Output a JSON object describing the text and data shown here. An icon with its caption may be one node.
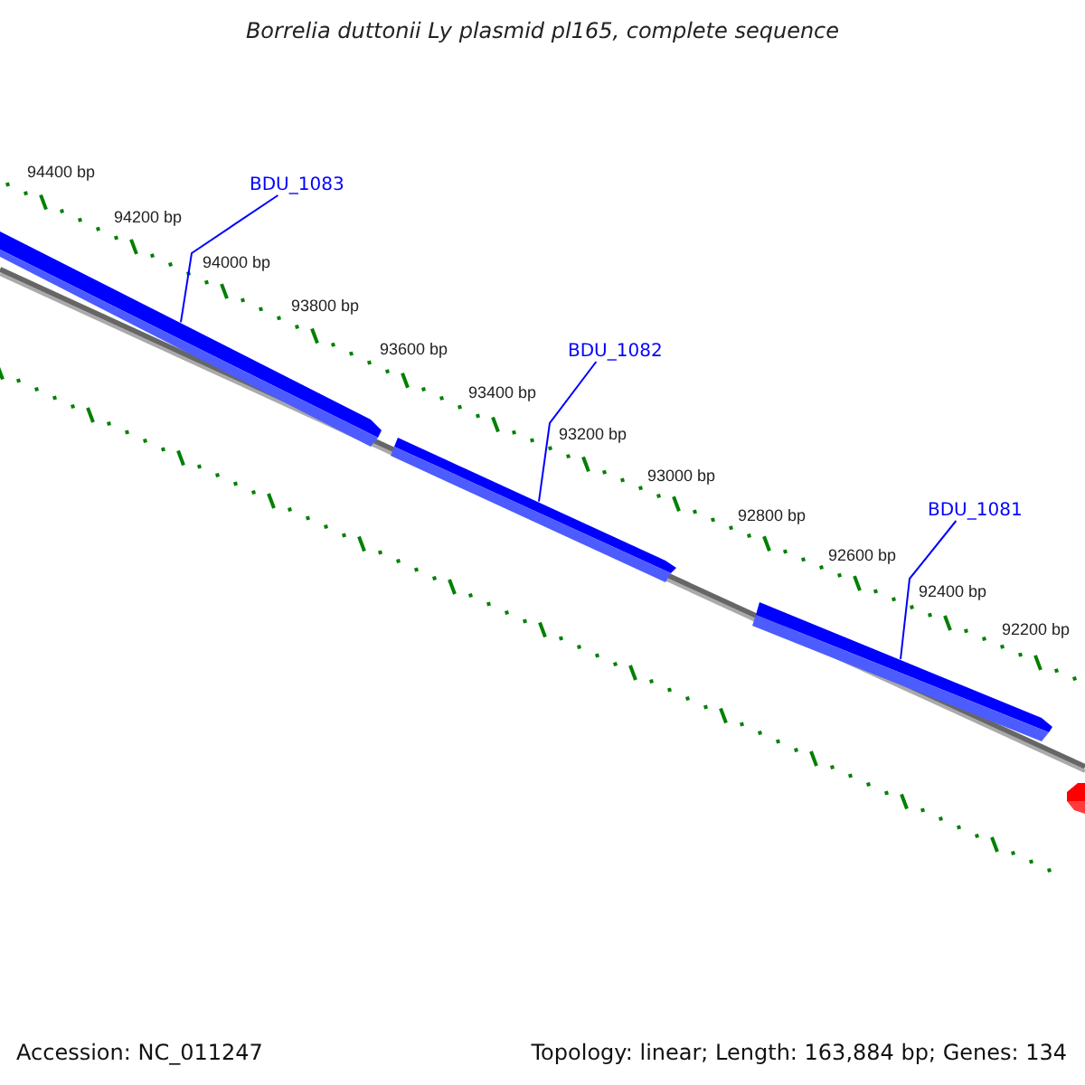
{
  "diagram": {
    "title": "Borrelia duttonii Ly plasmid pl165, complete sequence",
    "nodes": [
      {
        "text": [
          "BDU_1083"
        ]
      },
      {
        "text": [
          "BDU_1082"
        ]
      },
      {
        "text": [
          "BDU_1081"
        ]
      },
      {
        "text": [],
        "shape": "bar"
      },
      {
        "text": [],
        "shape": "bar"
      },
      {
        "text": [],
        "shape": "bar"
      },
      {
        "text": [],
        "shape": "bar"
      }
    ],
    "edges": [
      {
        "from": 0,
        "to": 3,
        "arrow": "none",
        "color": "#0000ff"
      },
      {
        "from": 1,
        "to": 4,
        "arrow": "none",
        "color": "#0000ff"
      },
      {
        "from": 2,
        "to": 5,
        "arrow": "none",
        "color": "#0000ff"
      }
    ],
    "labels": [
      "94400 bp",
      "94200 bp",
      "94000 bp",
      "93800 bp",
      "93600 bp",
      "93400 bp",
      "93200 bp",
      "93000 bp",
      "92800 bp",
      "92600 bp",
      "92400 bp",
      "92200 bp",
      "Accession: NC_011247",
      "Topology: linear; Length: 163,884 bp; Genes: 134"
    ]
  }
}
